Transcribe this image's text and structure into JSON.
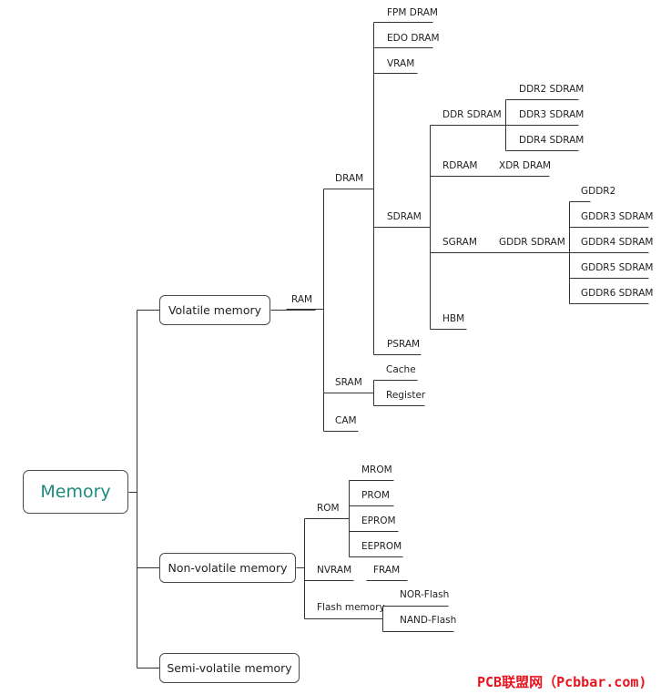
{
  "tree": {
    "root": "Memory",
    "categories": {
      "volatile": "Volatile memory",
      "nonvolatile": "Non-volatile memory",
      "semivolatile": "Semi-volatile memory"
    },
    "ram": {
      "label": "RAM",
      "dram": {
        "label": "DRAM",
        "fpm": "FPM DRAM",
        "edo": "EDO DRAM",
        "vram": "VRAM",
        "sdram": {
          "label": "SDRAM",
          "ddr": {
            "label": "DDR SDRAM",
            "ddr2": "DDR2 SDRAM",
            "ddr3": "DDR3 SDRAM",
            "ddr4": "DDR4 SDRAM"
          },
          "rdram": {
            "label": "RDRAM",
            "xdr": "XDR DRAM"
          },
          "sgram": {
            "label": "SGRAM",
            "gddr_sdram": "GDDR SDRAM",
            "gddr2": "GDDR2",
            "gddr3": "GDDR3 SDRAM",
            "gddr4": "GDDR4 SDRAM",
            "gddr5": "GDDR5 SDRAM",
            "gddr6": "GDDR6 SDRAM"
          },
          "hbm": "HBM"
        },
        "psram": "PSRAM"
      },
      "sram": {
        "label": "SRAM",
        "cache": "Cache",
        "register": "Register"
      },
      "cam": "CAM"
    },
    "rom": {
      "label": "ROM",
      "mrom": "MROM",
      "prom": "PROM",
      "eprom": "EPROM",
      "eeprom": "EEPROM"
    },
    "nvram": {
      "label": "NVRAM",
      "fram": "FRAM"
    },
    "flash": {
      "label": "Flash memory",
      "nor": "NOR-Flash",
      "nand": "NAND-Flash"
    }
  },
  "watermark": "PCB联盟网（Pcbbar.com)",
  "colors": {
    "line": "#333333",
    "root_text": "#1e8a7f",
    "watermark": "#e8141f"
  }
}
